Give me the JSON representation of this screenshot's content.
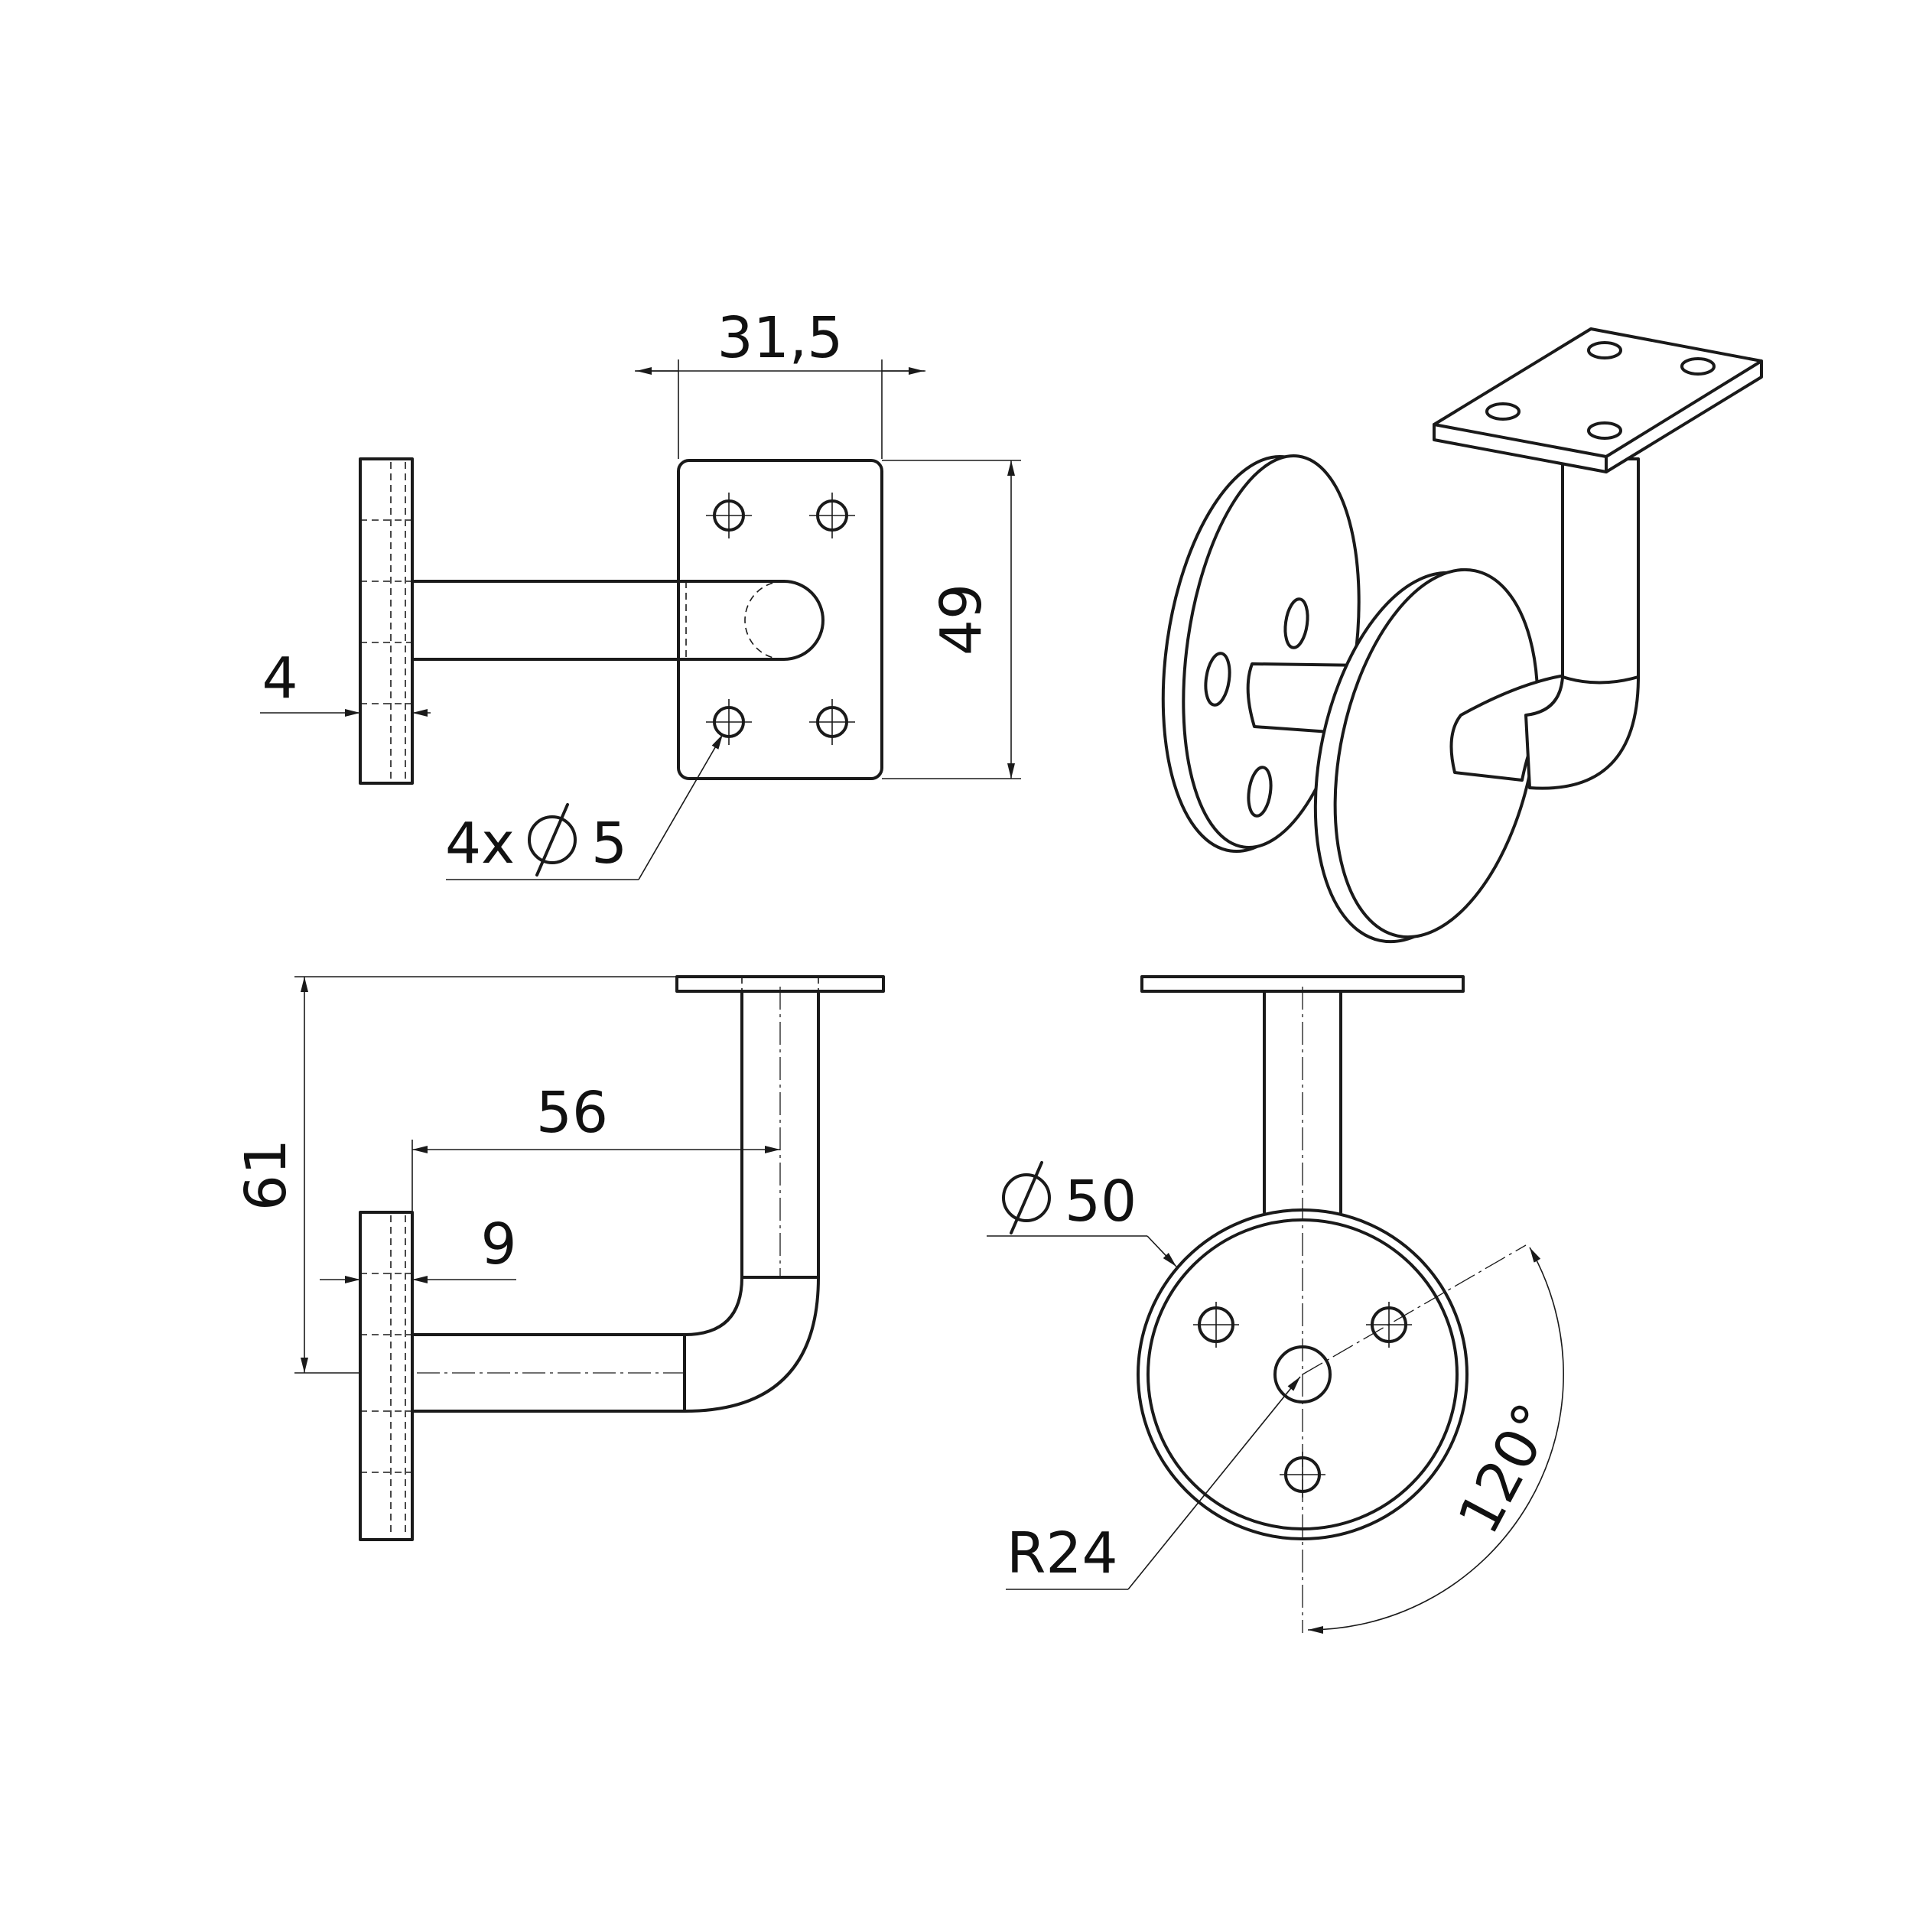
{
  "dimensions": {
    "plate_width": "31,5",
    "plate_height": "49",
    "wall_plate_thickness": "4",
    "holes_prefix": "4x",
    "holes_value": "5",
    "height": "61",
    "projection": "56",
    "offset": "9",
    "disc_diameter": "50",
    "radius": "R24",
    "angle": "120°"
  },
  "colors": {
    "line": "#1a1a1a",
    "background": "#ffffff"
  },
  "icons": {
    "diameter_symbol": "diameter-icon"
  }
}
